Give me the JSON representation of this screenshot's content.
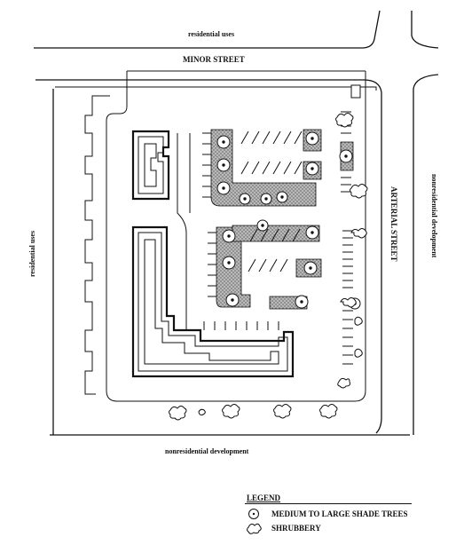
{
  "labels": {
    "residential_top": "residential uses",
    "minor_street": "MINOR STREET",
    "residential_left": "residential uses",
    "arterial_street": "ARTERIAL STREET",
    "nonresidential_right": "nonresidential development",
    "nonresidential_bottom": "nonresidential development"
  },
  "legend": {
    "title": "LEGEND",
    "items": [
      {
        "symbol": "tree-icon",
        "label": "MEDIUM TO LARGE SHADE TREES"
      },
      {
        "symbol": "shrub-icon",
        "label": "SHRUBBERY"
      }
    ]
  }
}
